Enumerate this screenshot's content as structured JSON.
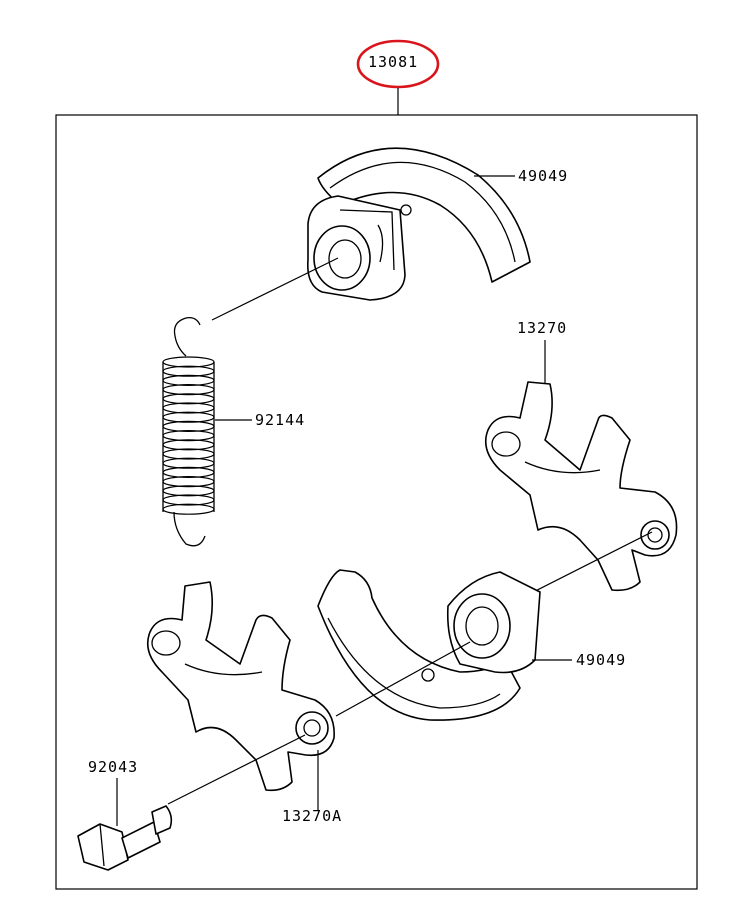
{
  "assembly": {
    "number": "13081",
    "highlight_color": "#d9141b"
  },
  "parts": {
    "shoe_top": "49049",
    "spring": "92144",
    "plate_right": "13270",
    "shoe_bottom": "49049",
    "bolt": "92043",
    "plate_left": "13270A"
  }
}
